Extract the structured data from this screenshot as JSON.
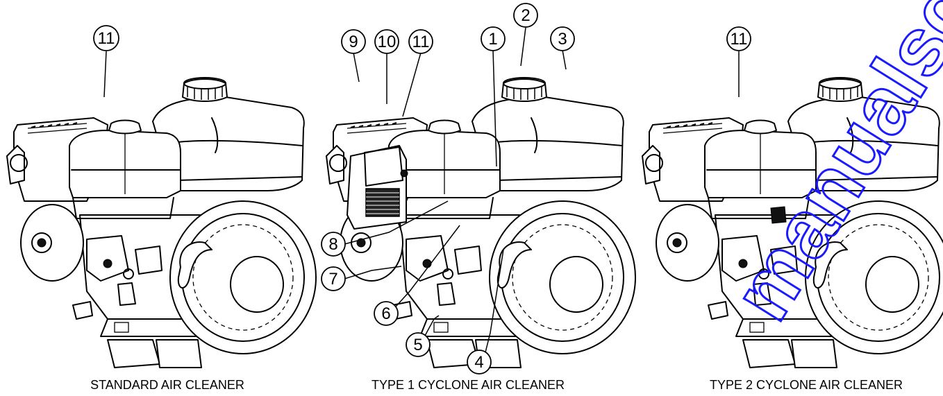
{
  "figures": [
    {
      "caption": "STANDARD AIR CLEANER",
      "callouts": [
        "11"
      ]
    },
    {
      "caption": "TYPE 1 CYCLONE AIR CLEANER",
      "callouts": [
        "1",
        "2",
        "3",
        "4",
        "5",
        "6",
        "7",
        "8",
        "9",
        "10",
        "11"
      ]
    },
    {
      "caption": "TYPE 2 CYCLONE AIR CLEANER",
      "callouts": [
        "11"
      ]
    }
  ],
  "watermark": {
    "text": "manualsdir.com",
    "color": "#1a1aff"
  },
  "colors": {
    "line": "#000000",
    "background": "#ffffff"
  }
}
